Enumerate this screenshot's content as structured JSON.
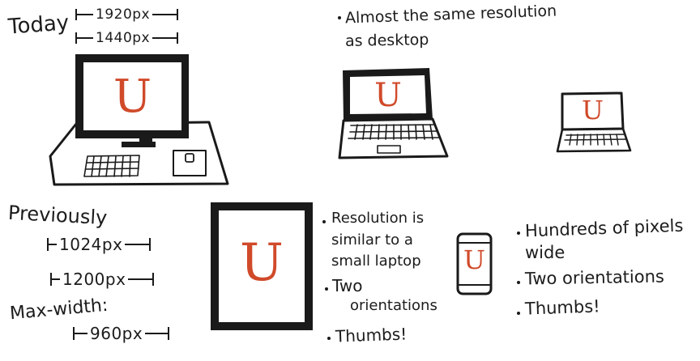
{
  "desktop": {
    "label": "Today",
    "dims": [
      "1920px",
      "1440px"
    ],
    "logo": "U"
  },
  "laptop": {
    "notes": [
      "Almost the same resolution",
      "as desktop"
    ],
    "logo": "U"
  },
  "small_laptop": {
    "logo": "U"
  },
  "previously": {
    "label": "Previously",
    "dims": [
      "1024px",
      "1200px"
    ],
    "maxwidth_label": "Max-width:",
    "maxwidth_dim": "960px"
  },
  "tablet": {
    "logo": "U",
    "notes": [
      "Resolution is",
      "similar to a",
      "small laptop",
      "Two",
      "orientations",
      "Thumbs!"
    ]
  },
  "phone": {
    "logo": "U",
    "notes": [
      "Hundreds of pixels",
      "wide",
      "Two orientations",
      "Thumbs!"
    ]
  },
  "colors": {
    "logo": "#d04a2a",
    "ink": "#1a1a1a"
  }
}
